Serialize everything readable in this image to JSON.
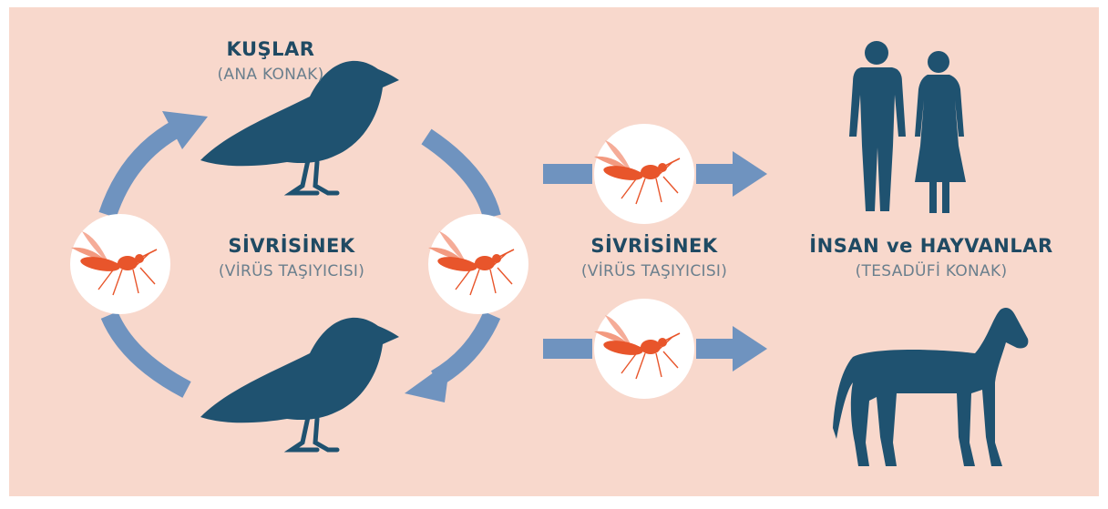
{
  "colors": {
    "background": "#f8d8cc",
    "animal": "#1f5270",
    "arrow": "#6f93bf",
    "mosquito": "#e8552b",
    "circle": "#ffffff",
    "title_text": "#1f4a63",
    "subtitle_text": "#6a7f8d"
  },
  "icons": {
    "bird": "bird-icon",
    "mosquito": "mosquito-icon",
    "humans": "humans-icon",
    "horse": "horse-icon"
  },
  "labels": {
    "birds_title": "KUŞLAR",
    "birds_sub": "(ANA KONAK)",
    "mosquito_title": "SİVRİSİNEK",
    "mosquito_sub": "(VİRÜS TAŞIYICISI)",
    "mosquito2_title": "SİVRİSİNEK",
    "mosquito2_sub": "(VİRÜS TAŞIYICISI)",
    "hosts_title": "İNSAN ve HAYVANLAR",
    "hosts_sub": "(TESADÜFİ KONAK)"
  }
}
